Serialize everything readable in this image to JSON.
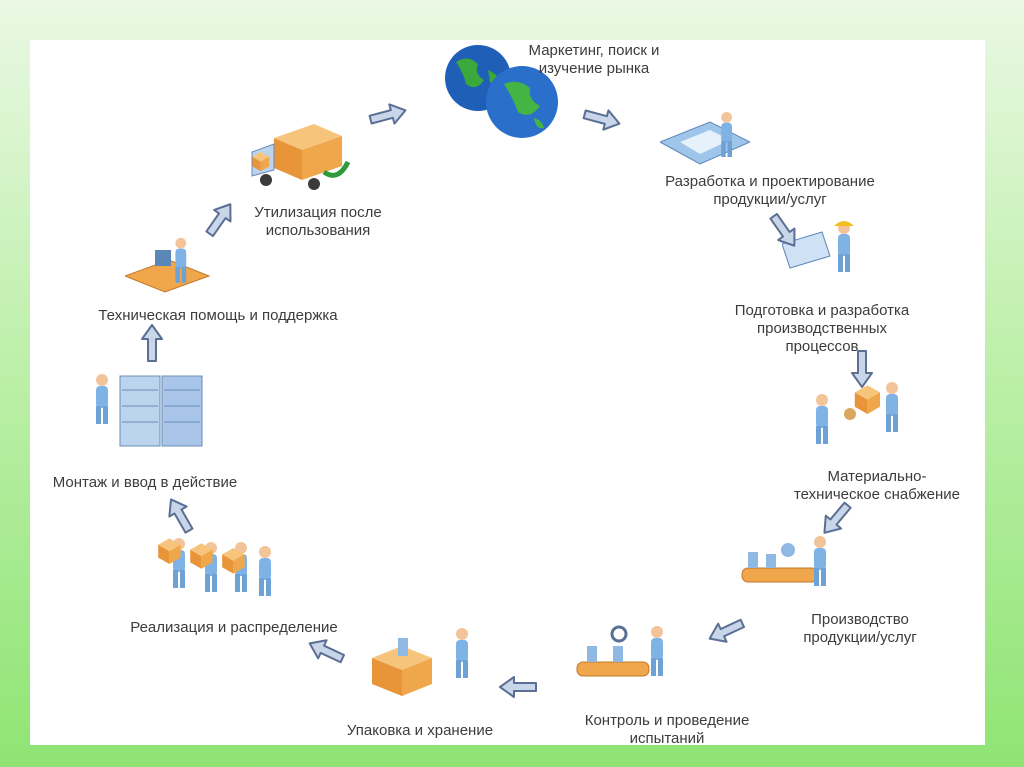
{
  "stages": [
    {
      "id": "marketing",
      "label": "Маркетинг, поиск и\nизучение рынка"
    },
    {
      "id": "design",
      "label": "Разработка и проектирование\nпродукции/услуг"
    },
    {
      "id": "process",
      "label": "Подготовка и разработка\nпроизводственных\nпроцессов"
    },
    {
      "id": "supply",
      "label": "Материально-\nтехническое снабжение"
    },
    {
      "id": "production",
      "label": "Производство\nпродукции/услуг"
    },
    {
      "id": "control",
      "label": "Контроль и проведение\nиспытаний"
    },
    {
      "id": "packing",
      "label": "Упаковка и хранение"
    },
    {
      "id": "sales",
      "label": "Реализация и распределение"
    },
    {
      "id": "install",
      "label": "Монтаж и ввод в действие"
    },
    {
      "id": "support",
      "label": "Техническая помощь и поддержка"
    },
    {
      "id": "disposal",
      "label": "Утилизация после\nиспользования"
    }
  ],
  "colors": {
    "arrow_fill": "#c9d6ea",
    "arrow_stroke": "#5a6f93",
    "person": "#7fb3e6",
    "box": "#f0a64a",
    "globe_ocean": "#1f5fb8",
    "globe_land": "#3aa83a",
    "frame": "#9ae884"
  }
}
